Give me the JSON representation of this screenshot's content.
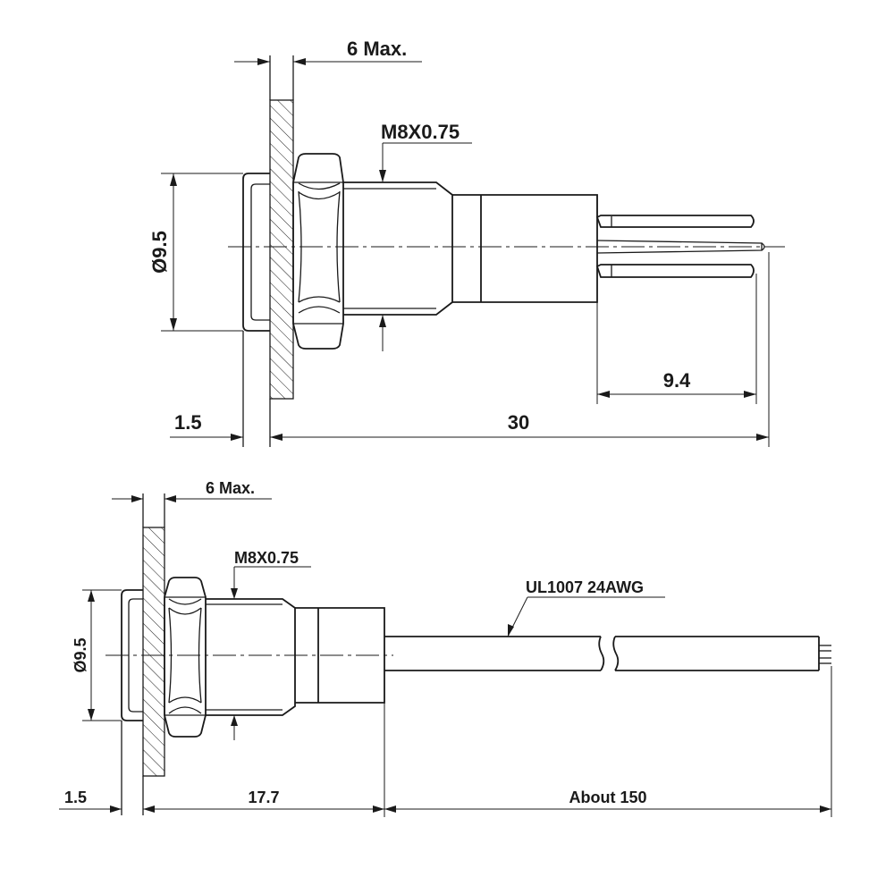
{
  "views": {
    "pin_version": {
      "panel_thickness_label": "6 Max.",
      "thread_label": "M8X0.75",
      "diameter_label": "Ø9.5",
      "flange_label": "1.5",
      "length_label": "30",
      "pin_length_label": "9.4"
    },
    "wire_version": {
      "panel_thickness_label": "6 Max.",
      "thread_label": "M8X0.75",
      "wire_label": "UL1007 24AWG",
      "diameter_label": "Ø9.5",
      "flange_label": "1.5",
      "body_length_label": "17.7",
      "wire_length_label": "About 150"
    }
  }
}
